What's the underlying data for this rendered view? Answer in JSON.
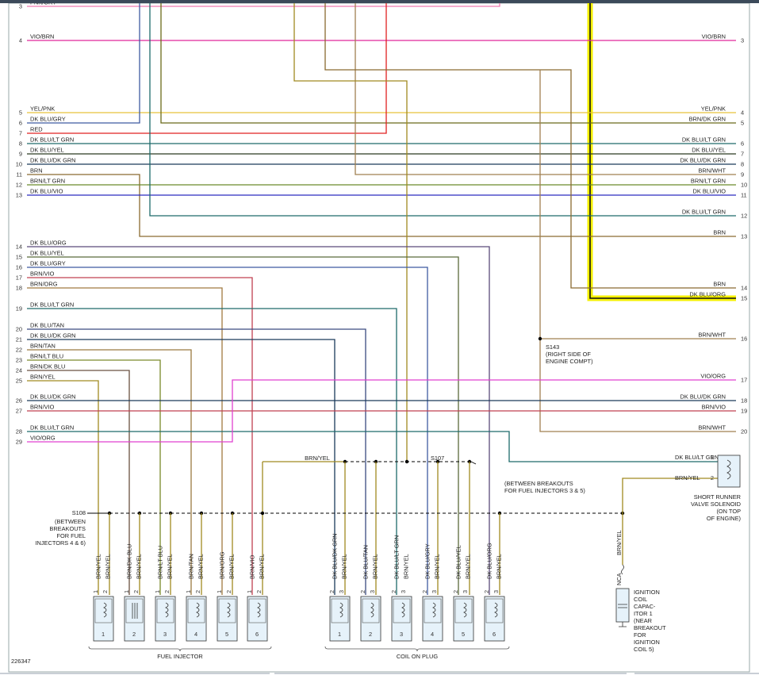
{
  "colors": {
    "VIO/BRN": "#e0279a",
    "PNK/GRY": "#f07ab0",
    "YEL/PNK": "#e8c23a",
    "DK BLU/GRY": "#3f5aa0",
    "BRN/DK GRN": "#6b6b1a",
    "RED": "#e02020",
    "DK BLU/LT GRN": "#1d6b6b",
    "DK BLU/YEL": "#2a3a20",
    "DK BLU/DK GRN": "#1a3a5a",
    "BRN/WHT": "#a08050",
    "BRN": "#8a6a30",
    "BRN/LT GRN": "#6a8a2a",
    "DK BLU/VIO": "#2a2ac0",
    "DK BLU/ORG": "#5a4a7a",
    "DK BLU/YEL2": "#5a6a3a",
    "BRN/VIO": "#c04050",
    "BRN/ORG": "#a07a40",
    "DK BLU/TAN": "#3a4a80",
    "BRN/TAN": "#9a7a40",
    "BRN/LT BLU": "#7a8a2a",
    "BRN/DK BLU": "#6a5040",
    "BRN/YEL": "#a08a20",
    "VIO/ORG": "#e040d0",
    "YEL": "#f5f000"
  },
  "left_wires": [
    {
      "pin": "3",
      "label": "PNK/GRY"
    },
    {
      "pin": "4",
      "label": "VIO/BRN"
    },
    {
      "pin": "5",
      "label": "YEL/PNK"
    },
    {
      "pin": "6",
      "label": "DK BLU/GRY"
    },
    {
      "pin": "7",
      "label": "RED"
    },
    {
      "pin": "8",
      "label": "DK BLU/LT GRN"
    },
    {
      "pin": "9",
      "label": "DK BLU/YEL"
    },
    {
      "pin": "10",
      "label": "DK BLU/DK GRN"
    },
    {
      "pin": "11",
      "label": "BRN"
    },
    {
      "pin": "12",
      "label": "BRN/LT GRN"
    },
    {
      "pin": "13",
      "label": "DK BLU/VIO"
    },
    {
      "pin": "14",
      "label": "DK BLU/ORG"
    },
    {
      "pin": "15",
      "label": "DK BLU/YEL"
    },
    {
      "pin": "16",
      "label": "DK BLU/GRY"
    },
    {
      "pin": "17",
      "label": "BRN/VIO"
    },
    {
      "pin": "18",
      "label": "BRN/ORG"
    },
    {
      "pin": "19",
      "label": "DK BLU/LT GRN"
    },
    {
      "pin": "20",
      "label": "DK BLU/TAN"
    },
    {
      "pin": "21",
      "label": "DK BLU/DK GRN"
    },
    {
      "pin": "22",
      "label": "BRN/TAN"
    },
    {
      "pin": "23",
      "label": "BRN/LT BLU"
    },
    {
      "pin": "24",
      "label": "BRN/DK BLU"
    },
    {
      "pin": "25",
      "label": "BRN/YEL"
    },
    {
      "pin": "26",
      "label": "DK BLU/DK GRN"
    },
    {
      "pin": "27",
      "label": "BRN/VIO"
    },
    {
      "pin": "28",
      "label": "DK BLU/LT GRN"
    },
    {
      "pin": "29",
      "label": "VIO/ORG"
    }
  ],
  "right_wires": [
    {
      "pin": "3",
      "label": "VIO/BRN"
    },
    {
      "pin": "4",
      "label": "YEL/PNK"
    },
    {
      "pin": "5",
      "label": "BRN/DK GRN"
    },
    {
      "pin": "6",
      "label": "DK BLU/LT GRN"
    },
    {
      "pin": "7",
      "label": "DK BLU/YEL"
    },
    {
      "pin": "8",
      "label": "DK BLU/DK GRN"
    },
    {
      "pin": "9",
      "label": "BRN/WHT"
    },
    {
      "pin": "10",
      "label": "BRN/LT GRN"
    },
    {
      "pin": "11",
      "label": "DK BLU/VIO"
    },
    {
      "pin": "12",
      "label": "DK BLU/LT GRN"
    },
    {
      "pin": "13",
      "label": "BRN"
    },
    {
      "pin": "14",
      "label": "BRN"
    },
    {
      "pin": "15",
      "label": "DK BLU/ORG"
    },
    {
      "pin": "16",
      "label": "BRN/WHT"
    },
    {
      "pin": "17",
      "label": "VIO/ORG"
    },
    {
      "pin": "18",
      "label": "DK BLU/DK GRN"
    },
    {
      "pin": "19",
      "label": "BRN/VIO"
    },
    {
      "pin": "20",
      "label": "BRN/WHT"
    }
  ],
  "splices": {
    "s143": [
      "S143",
      "(RIGHT SIDE OF",
      "ENGINE COMPT)"
    ],
    "s107": "S107",
    "s107_note": [
      "(BETWEEN BREAKOUTS",
      "FOR FUEL INJECTORS 3 & 5)"
    ],
    "s108": "S108",
    "s108_note": [
      "(BETWEEN",
      "BREAKOUTS",
      "FOR FUEL",
      "INJECTORS 4 & 6)"
    ]
  },
  "injectors": {
    "group_label": "FUEL INJECTOR",
    "items": [
      {
        "num": "1",
        "w1": "BRN/YEL",
        "w2": "BRN/YEL"
      },
      {
        "num": "2",
        "w1": "BRN/DK BLU",
        "w2": "BRN/YEL"
      },
      {
        "num": "3",
        "w1": "BRN/LT BLU",
        "w2": "BRN/YEL"
      },
      {
        "num": "4",
        "w1": "BRN/TAN",
        "w2": "BRN/YEL"
      },
      {
        "num": "5",
        "w1": "BRN/ORG",
        "w2": "BRN/YEL"
      },
      {
        "num": "6",
        "w1": "BRN/VIO",
        "w2": "BRN/YEL"
      }
    ]
  },
  "coils": {
    "group_label": "COIL ON PLUG",
    "items": [
      {
        "num": "1",
        "w1": "DK BLU/DK GRN",
        "w2": "BRN/YEL",
        "p1": "2",
        "p2": "3"
      },
      {
        "num": "2",
        "w1": "DK BLU/TAN",
        "w2": "BRN/YEL",
        "p1": "2",
        "p2": "3"
      },
      {
        "num": "3",
        "w1": "DK BLU/LT GRN",
        "w2": "BRN/YEL",
        "p1": "2",
        "p2": "3"
      },
      {
        "num": "4",
        "w1": "DK BLU/GRY",
        "w2": "BRN/YEL",
        "p1": "2",
        "p2": "3"
      },
      {
        "num": "5",
        "w1": "DK BLU/YEL",
        "w2": "BRN/YEL",
        "p1": "2",
        "p2": "3"
      },
      {
        "num": "6",
        "w1": "DK BLU/ORG",
        "w2": "BRN/YEL",
        "p1": "2",
        "p2": "3"
      }
    ]
  },
  "solenoid": {
    "lines": [
      "SHORT RUNNER",
      "VALVE SOLENOID",
      "(ON TOP",
      "OF ENGINE)"
    ],
    "w1": "DK BLU/LT GRN",
    "w2": "BRN/YEL",
    "p1": "1",
    "p2": "2"
  },
  "capacitor": {
    "lines": [
      "IGNITION",
      "COIL",
      "CAPAC-",
      "ITOR 1",
      "(NEAR",
      "BREAKOUT",
      "FOR",
      "IGNITION",
      "COIL 5)"
    ],
    "wire": "BRN/YEL",
    "nca": "NCA"
  },
  "s107_wire_label": "BRN/YEL",
  "figure_id": "226347"
}
